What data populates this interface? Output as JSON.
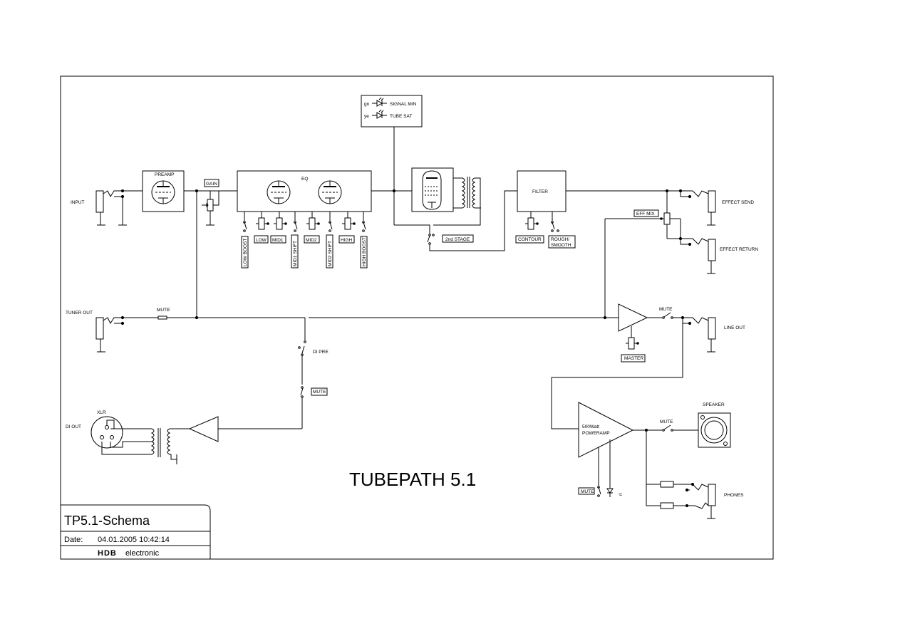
{
  "diagram": {
    "title": "TUBEPATH 5.1",
    "blocks": {
      "preamp": "PREAMP",
      "eq": "EQ",
      "filter": "FILTER",
      "poweramp_line1": "500Watt",
      "poweramp_line2": "POWERAMP",
      "xlr": "XLR",
      "speaker": "SPEAKER"
    },
    "indicators": {
      "led1_color": "gn",
      "led1_label": "SIGNAL MIN",
      "led2_color": "ye",
      "led2_label": "TUBE SAT"
    },
    "jacks": {
      "input": "INPUT",
      "tuner_out": "TUNER OUT",
      "di_out": "DI OUT",
      "effect_send": "EFFECT SEND",
      "effect_return": "EFFECT RETURN",
      "line_out": "LINE OUT",
      "phones": "PHONES"
    },
    "controls": {
      "gain": "GAIN",
      "low_boost": "LOW BOOST",
      "low": "LOW",
      "mid1": "MID1",
      "mid1_shift": "MID1 SHIFT",
      "mid2": "MID2",
      "mid2_shift": "MID2 SHIFT",
      "high": "HIGH",
      "high_boost": "HIGH BOOST",
      "second_stage": "2nd STAGE",
      "contour": "CONTOUR",
      "rough_line1": "ROUGH/",
      "rough_line2": "SMOOTH",
      "eff_mix": "EFF MIX",
      "master": "MASTER",
      "mute": "MUTE",
      "di_pre": "DI PRE",
      "rl": "rl"
    },
    "title_block": {
      "name": "TP5.1-Schema",
      "date_label": "Date:",
      "date_value": "04.01.2005 10:42:14",
      "company_logo": "HDB",
      "company_text": "electronic"
    }
  }
}
